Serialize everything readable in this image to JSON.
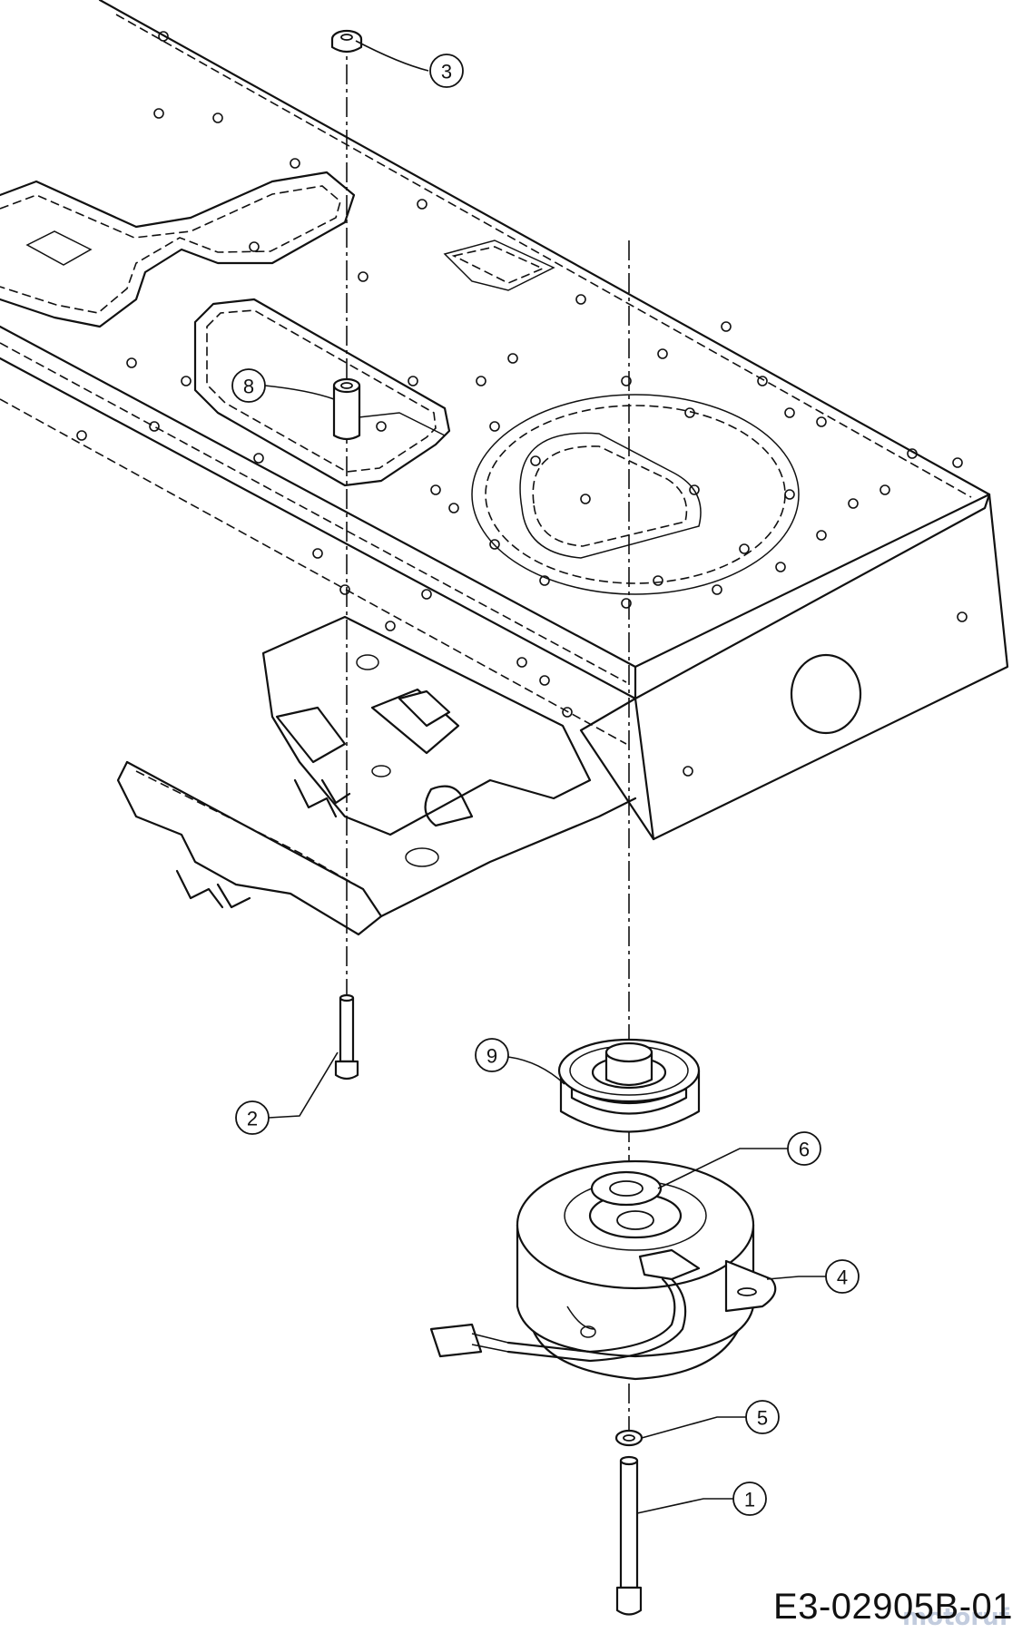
{
  "diagram": {
    "drawing_code": "E3-02905B-01",
    "watermark": "motoruf",
    "callouts": [
      {
        "id": "callout-1",
        "label": "1"
      },
      {
        "id": "callout-2",
        "label": "2"
      },
      {
        "id": "callout-3",
        "label": "3"
      },
      {
        "id": "callout-4",
        "label": "4"
      },
      {
        "id": "callout-5",
        "label": "5"
      },
      {
        "id": "callout-6",
        "label": "6"
      },
      {
        "id": "callout-8",
        "label": "8"
      },
      {
        "id": "callout-9",
        "label": "9"
      }
    ]
  }
}
